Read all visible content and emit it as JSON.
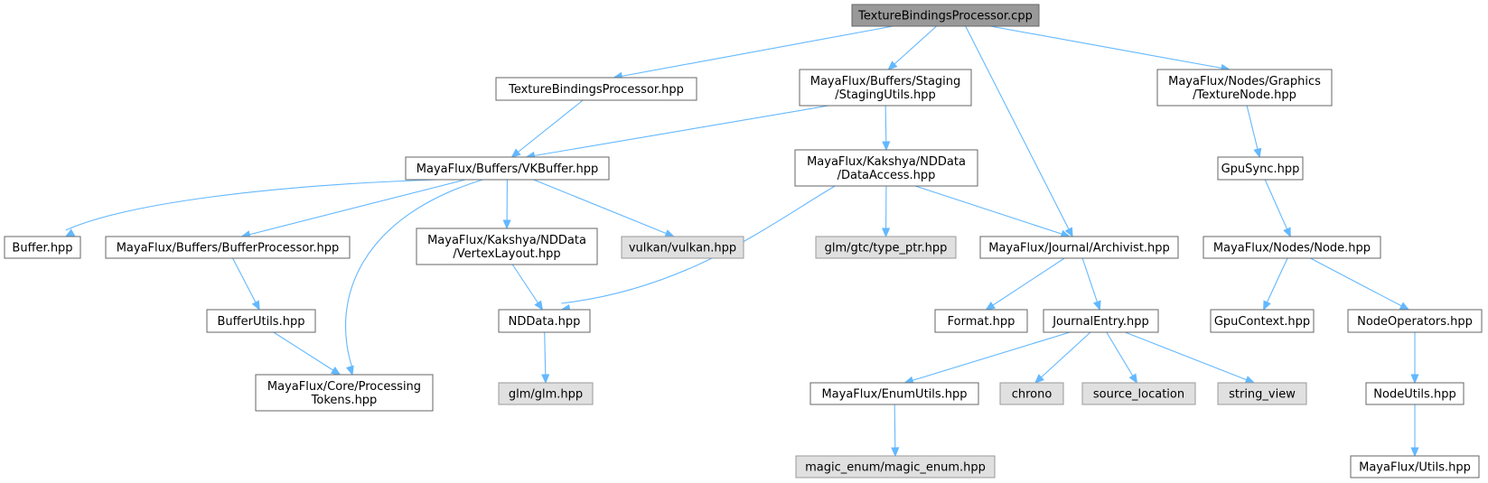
{
  "colors": {
    "root_fill": "#999999",
    "root_stroke": "#666666",
    "local_fill": "#ffffff",
    "local_stroke": "#666666",
    "external_fill": "#e0e0e0",
    "external_stroke": "#999999",
    "edge": "#63b8ff"
  },
  "nodes": [
    {
      "id": "n0",
      "kind": "root",
      "lines": [
        "TextureBindingsProcessor.cpp"
      ]
    },
    {
      "id": "n1",
      "kind": "local",
      "lines": [
        "TextureBindingsProcessor.hpp"
      ]
    },
    {
      "id": "n2",
      "kind": "local",
      "lines": [
        "MayaFlux/Buffers/Staging",
        "/StagingUtils.hpp"
      ]
    },
    {
      "id": "n3",
      "kind": "local",
      "lines": [
        "MayaFlux/Nodes/Graphics",
        "/TextureNode.hpp"
      ]
    },
    {
      "id": "n4",
      "kind": "local",
      "lines": [
        "MayaFlux/Buffers/VKBuffer.hpp"
      ]
    },
    {
      "id": "n5",
      "kind": "local",
      "lines": [
        "MayaFlux/Kakshya/NDData",
        "/DataAccess.hpp"
      ]
    },
    {
      "id": "n6",
      "kind": "local",
      "lines": [
        "GpuSync.hpp"
      ]
    },
    {
      "id": "n7",
      "kind": "local",
      "lines": [
        "Buffer.hpp"
      ]
    },
    {
      "id": "n8",
      "kind": "local",
      "lines": [
        "MayaFlux/Buffers/BufferProcessor.hpp"
      ]
    },
    {
      "id": "n9",
      "kind": "local",
      "lines": [
        "MayaFlux/Kakshya/NDData",
        "/VertexLayout.hpp"
      ]
    },
    {
      "id": "n10",
      "kind": "external",
      "lines": [
        "vulkan/vulkan.hpp"
      ]
    },
    {
      "id": "n11",
      "kind": "external",
      "lines": [
        "glm/gtc/type_ptr.hpp"
      ]
    },
    {
      "id": "n12",
      "kind": "local",
      "lines": [
        "MayaFlux/Journal/Archivist.hpp"
      ]
    },
    {
      "id": "n13",
      "kind": "local",
      "lines": [
        "MayaFlux/Nodes/Node.hpp"
      ]
    },
    {
      "id": "n14",
      "kind": "local",
      "lines": [
        "BufferUtils.hpp"
      ]
    },
    {
      "id": "n15",
      "kind": "local",
      "lines": [
        "NDData.hpp"
      ]
    },
    {
      "id": "n16",
      "kind": "local",
      "lines": [
        "Format.hpp"
      ]
    },
    {
      "id": "n17",
      "kind": "local",
      "lines": [
        "JournalEntry.hpp"
      ]
    },
    {
      "id": "n18",
      "kind": "local",
      "lines": [
        "GpuContext.hpp"
      ]
    },
    {
      "id": "n19",
      "kind": "local",
      "lines": [
        "NodeOperators.hpp"
      ]
    },
    {
      "id": "n20",
      "kind": "local",
      "lines": [
        "MayaFlux/Core/Processing",
        "Tokens.hpp"
      ]
    },
    {
      "id": "n21",
      "kind": "external",
      "lines": [
        "glm/glm.hpp"
      ]
    },
    {
      "id": "n22",
      "kind": "local",
      "lines": [
        "MayaFlux/EnumUtils.hpp"
      ]
    },
    {
      "id": "n23",
      "kind": "external",
      "lines": [
        "chrono"
      ]
    },
    {
      "id": "n24",
      "kind": "external",
      "lines": [
        "source_location"
      ]
    },
    {
      "id": "n25",
      "kind": "external",
      "lines": [
        "string_view"
      ]
    },
    {
      "id": "n26",
      "kind": "local",
      "lines": [
        "NodeUtils.hpp"
      ]
    },
    {
      "id": "n27",
      "kind": "external",
      "lines": [
        "magic_enum/magic_enum.hpp"
      ]
    },
    {
      "id": "n28",
      "kind": "local",
      "lines": [
        "MayaFlux/Utils.hpp"
      ]
    }
  ],
  "edges": [
    {
      "from": "n0",
      "to": "n1"
    },
    {
      "from": "n0",
      "to": "n2"
    },
    {
      "from": "n0",
      "to": "n12"
    },
    {
      "from": "n0",
      "to": "n3"
    },
    {
      "from": "n1",
      "to": "n4"
    },
    {
      "from": "n2",
      "to": "n4"
    },
    {
      "from": "n2",
      "to": "n5"
    },
    {
      "from": "n3",
      "to": "n6"
    },
    {
      "from": "n4",
      "to": "n7"
    },
    {
      "from": "n4",
      "to": "n8"
    },
    {
      "from": "n4",
      "to": "n20"
    },
    {
      "from": "n4",
      "to": "n9"
    },
    {
      "from": "n4",
      "to": "n10"
    },
    {
      "from": "n5",
      "to": "n15"
    },
    {
      "from": "n5",
      "to": "n11"
    },
    {
      "from": "n5",
      "to": "n12"
    },
    {
      "from": "n6",
      "to": "n13"
    },
    {
      "from": "n8",
      "to": "n14"
    },
    {
      "from": "n9",
      "to": "n15"
    },
    {
      "from": "n12",
      "to": "n16"
    },
    {
      "from": "n12",
      "to": "n17"
    },
    {
      "from": "n13",
      "to": "n18"
    },
    {
      "from": "n13",
      "to": "n19"
    },
    {
      "from": "n14",
      "to": "n20"
    },
    {
      "from": "n15",
      "to": "n21"
    },
    {
      "from": "n17",
      "to": "n22"
    },
    {
      "from": "n17",
      "to": "n23"
    },
    {
      "from": "n17",
      "to": "n24"
    },
    {
      "from": "n17",
      "to": "n25"
    },
    {
      "from": "n19",
      "to": "n26"
    },
    {
      "from": "n22",
      "to": "n27"
    },
    {
      "from": "n26",
      "to": "n28"
    }
  ]
}
